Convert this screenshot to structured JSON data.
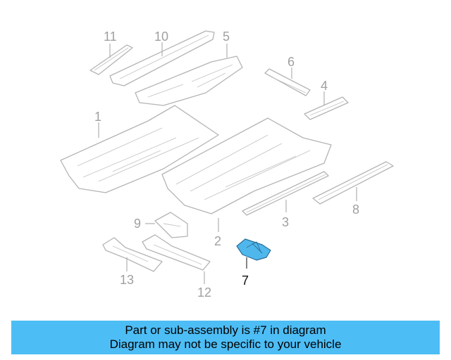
{
  "callouts": {
    "c1": "1",
    "c2": "2",
    "c3": "3",
    "c4": "4",
    "c5": "5",
    "c6": "6",
    "c7": "7",
    "c8": "8",
    "c9": "9",
    "c10": "10",
    "c11": "11",
    "c12": "12",
    "c13": "13"
  },
  "highlight": {
    "part": "7",
    "color": "#4fb7ec"
  },
  "banner": {
    "line1": "Part or sub-assembly is #7 in diagram",
    "line2": "Diagram may not be specific to your vehicle",
    "color": "#4dbdf5"
  }
}
